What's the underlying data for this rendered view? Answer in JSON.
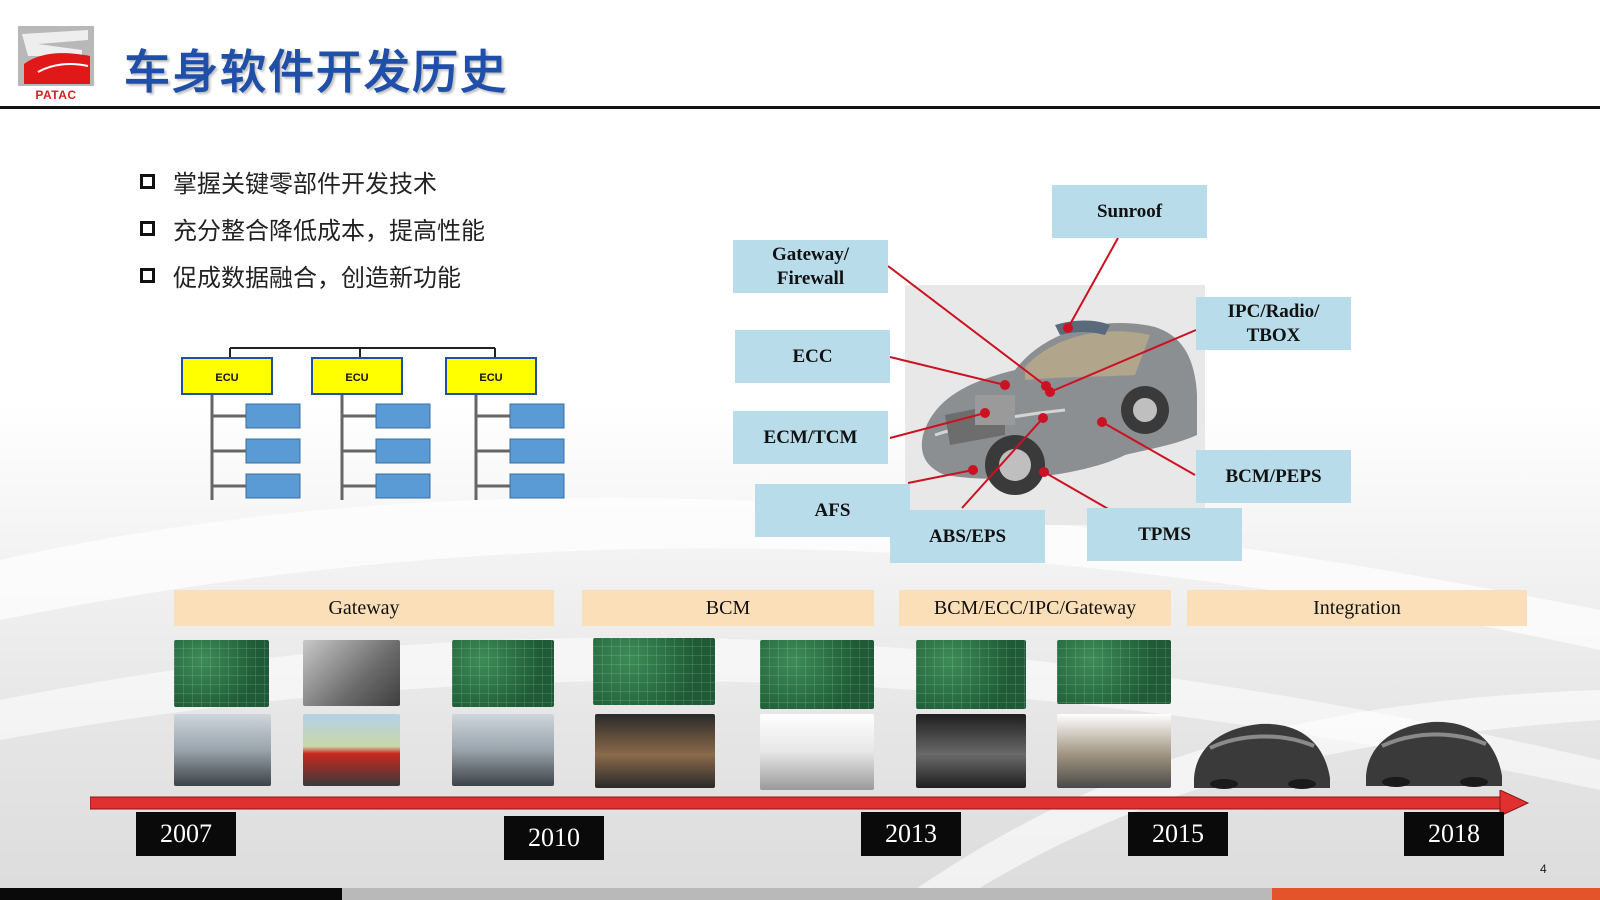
{
  "header": {
    "title": "车身软件开发历史",
    "logo_text": "PATAC"
  },
  "bullets": [
    "掌握关键零部件开发技术",
    "充分整合降低成本，提高性能",
    "促成数据融合，创造新功能"
  ],
  "ecu_diagram": {
    "labels": [
      "ECU",
      "ECU",
      "ECU"
    ]
  },
  "callouts": {
    "sunroof": "Sunroof",
    "gateway_1": "Gateway/",
    "gateway_2": "Firewall",
    "ipc_1": "IPC/Radio/",
    "ipc_2": "TBOX",
    "ecc": "ECC",
    "ecm_tcm": "ECM/TCM",
    "bcm_peps": "BCM/PEPS",
    "afs": "AFS",
    "abs_eps": "ABS/EPS",
    "tpms": "TPMS"
  },
  "phases": [
    "Gateway",
    "BCM",
    "BCM/ECC/IPC/Gateway",
    "Integration"
  ],
  "years": [
    "2007",
    "2010",
    "2013",
    "2015",
    "2018"
  ],
  "page_number": "4",
  "colors": {
    "title": "#1f4fa8",
    "callout_bg": "#b9dcea",
    "phase_bg": "#fbdfb8",
    "ecu_yellow": "#ffff00",
    "module_blue": "#5b9bd5",
    "timeline_red": "#e03030",
    "footer_orange": "#e4542a"
  }
}
